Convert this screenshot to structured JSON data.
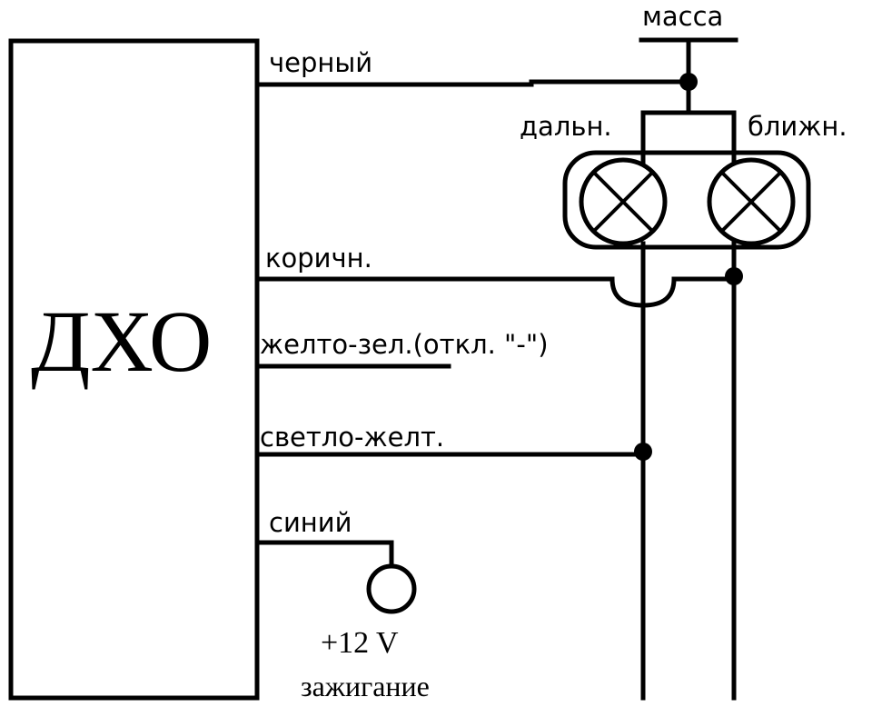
{
  "unit": {
    "name": "ДХО"
  },
  "ground": {
    "label": "масса"
  },
  "lamps": {
    "high_label": "дальн.",
    "low_label": "ближн."
  },
  "wires": {
    "black": "черный",
    "brown": "коричн.",
    "yellow_green": "желто-зел.(откл. \"-\")",
    "light_yellow": "светло-желт.",
    "blue": "синий"
  },
  "power": {
    "voltage": "+12 V",
    "source": "зажигание"
  }
}
